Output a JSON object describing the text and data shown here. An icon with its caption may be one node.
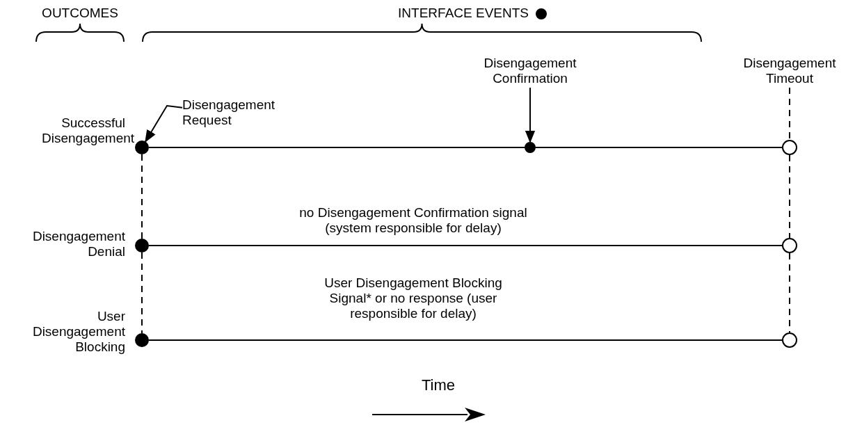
{
  "diagram": {
    "nodes": [
      {
        "text": [],
        "shape": "circle",
        "beside": [
          "Successful Disengagement"
        ]
      },
      {
        "text": [
          "Disengagement Request"
        ]
      },
      {
        "text": [],
        "shape": "circle"
      },
      {
        "text": [
          "Disengagement Confirmation"
        ]
      },
      {
        "text": [],
        "shape": "circle"
      },
      {
        "text": [
          "Disengagement Timeout"
        ]
      },
      {
        "text": [],
        "shape": "circle",
        "beside": [
          "Disengagement Denial"
        ]
      },
      {
        "text": [],
        "shape": "circle"
      },
      {
        "text": [],
        "shape": "circle",
        "beside": [
          "User Disengagement Blocking"
        ]
      },
      {
        "text": [],
        "shape": "circle"
      }
    ],
    "edges": [
      {
        "from": 1,
        "to": 0,
        "arrow": "to"
      },
      {
        "from": 3,
        "to": 2,
        "arrow": "to"
      },
      {
        "from": 0,
        "to": 2,
        "arrow": "none"
      },
      {
        "from": 2,
        "to": 4,
        "arrow": "none"
      },
      {
        "from": 6,
        "to": 7,
        "arrow": "none",
        "label": "no Disengagement Confirmation signal (system responsible for delay)"
      },
      {
        "from": 8,
        "to": 9,
        "arrow": "none",
        "label": "User Disengagement Blocking Signal* or no response (user responsible for delay)"
      },
      {
        "from": 0,
        "to": 6,
        "arrow": "none",
        "style": "dashed"
      },
      {
        "from": 6,
        "to": 8,
        "arrow": "none",
        "style": "dashed"
      },
      {
        "from": 5,
        "to": 4,
        "arrow": "none",
        "style": "dashed"
      },
      {
        "from": 4,
        "to": 7,
        "arrow": "none",
        "style": "dashed"
      },
      {
        "from": 7,
        "to": 9,
        "arrow": "none",
        "style": "dashed"
      }
    ],
    "labels": [
      "OUTCOMES",
      "Time"
    ],
    "legend": [
      {
        "text": "INTERFACE EVENTS"
      }
    ]
  }
}
